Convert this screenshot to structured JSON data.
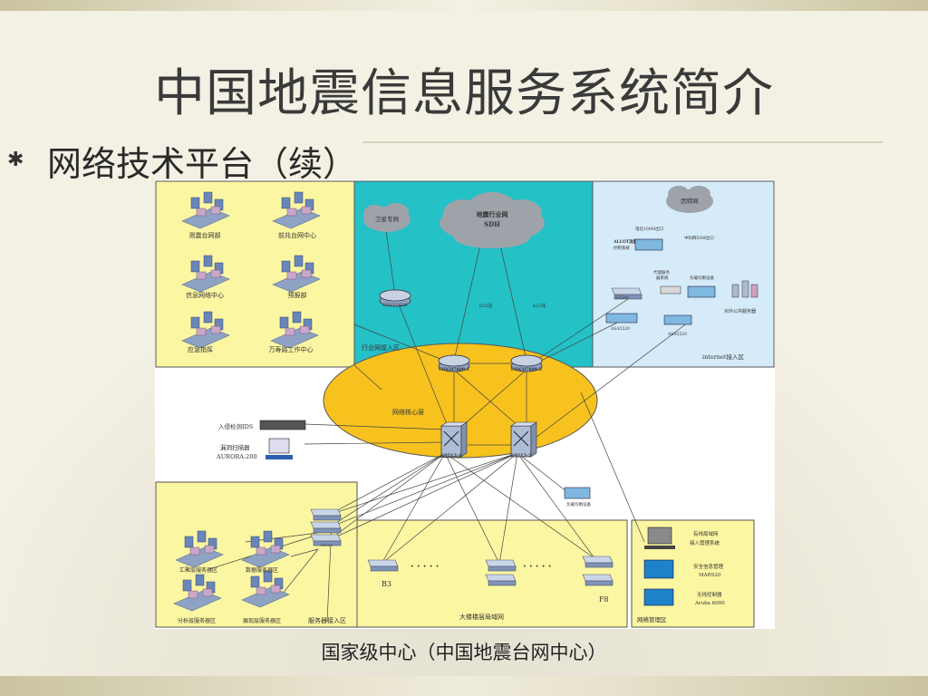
{
  "slide": {
    "title": "中国地震信息服务系统简介",
    "bullet": "网络技术平台（续）",
    "caption": "国家级中心（中国地震台网中心）"
  },
  "diagram": {
    "departments": [
      "测震台网部",
      "前兆台网中心",
      "信息网络中心",
      "预报部",
      "应急指挥",
      "万寿路工作中心"
    ],
    "clouds": {
      "satellite": "卫星专网",
      "industry_line1": "地震行业网",
      "industry_line2": "SDH",
      "internet": "因特网"
    },
    "industry_router": "CISCO3825",
    "link_labels": [
      "622兆",
      "622兆"
    ],
    "industry_zone": "行业网接入区",
    "internet_zone": "internet接入区",
    "internet_labels": {
      "telecom": "电信100M出口",
      "allot_line1": "ALLOT流量",
      "allot_line2": "控制系统",
      "cernet": "中科网50M出口",
      "load_balancer_line1": "负载均衡设备",
      "proxy_line1": "代理服务",
      "proxy_line2": "器系统",
      "switch": "S5500",
      "asa_left": "ASA5520",
      "asa_right": "ASA5520",
      "public_server": "对外公共服务器"
    },
    "core": {
      "label": "网络核心层",
      "router_left": "CISCO7609-1",
      "router_right": "CISCO7609-2",
      "switch_left": "S9512-1",
      "switch_right": "S9512-2"
    },
    "security": {
      "ids": "入侵检测IDS",
      "scanner_line1": "漏洞扫描器",
      "scanner_line2": "AURORA-200"
    },
    "server_zone": {
      "zones": [
        "汇聚层服务器区",
        "数据服务器区",
        "分析层服务器区",
        "展现层服务器区"
      ],
      "label": "服务器接入区",
      "switch_label": "S5500",
      "lb_label": "负载均衡设备"
    },
    "building": {
      "label": "大楼楼层局域网",
      "floor_start": "B3",
      "floor_end": "F8",
      "dots": "·  ·  ·  ·  ·"
    },
    "management": {
      "label": "网络管理区",
      "items": [
        {
          "line1": "有线局域网",
          "line2": "接入管理系统"
        },
        {
          "line1": "安全信息管理",
          "line2": "MARS20"
        },
        {
          "line1": "无线控制器",
          "line2": "Aruba 6000"
        }
      ]
    }
  }
}
